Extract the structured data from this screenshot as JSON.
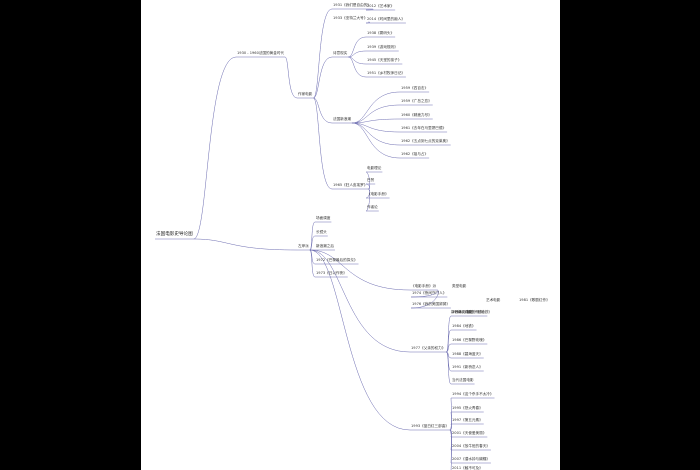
{
  "root": {
    "id": "root",
    "label": "法国电影史导论图"
  },
  "nodes": [
    {
      "id": "n1",
      "label": "1930 - 1960法国的黄金时代"
    },
    {
      "id": "n2",
      "label": "作家电影"
    },
    {
      "id": "n3",
      "label": "1931《我们是自由的》"
    },
    {
      "id": "n4",
      "label": "1933《亚特兰大号》"
    },
    {
      "id": "n5",
      "label": "诗意现实"
    },
    {
      "id": "n6",
      "label": "1938《雾码头》"
    },
    {
      "id": "n7",
      "label": "1939《游戏规则》"
    },
    {
      "id": "n8",
      "label": "1945《天堂的孩子》"
    },
    {
      "id": "n9",
      "label": "1951《乡村牧师日记》"
    },
    {
      "id": "n10",
      "label": "法国新浪潮"
    },
    {
      "id": "n11",
      "label": "1959《四百击》"
    },
    {
      "id": "n12",
      "label": "1959《广岛之恋》"
    },
    {
      "id": "n13",
      "label": "1960《精疲力尽》"
    },
    {
      "id": "n14",
      "label": "1961《去年在马里昂巴德》"
    },
    {
      "id": "n15",
      "label": "1962《五点到七点的克莱奥》"
    },
    {
      "id": "n16",
      "label": "1962《祖与占》"
    },
    {
      "id": "n17",
      "label": "1965《狂人皮埃罗》"
    },
    {
      "id": "n18",
      "label": "电影理论"
    },
    {
      "id": "n19",
      "label": "巴赞"
    },
    {
      "id": "n20",
      "label": "《电影手册》"
    },
    {
      "id": "n21",
      "label": "作者论"
    },
    {
      "id": "n22",
      "label": "左岸派"
    },
    {
      "id": "n23",
      "label": "场面调度"
    },
    {
      "id": "n24",
      "label": "长镜头"
    },
    {
      "id": "n25",
      "label": "新浪潮之后"
    },
    {
      "id": "n26",
      "label": "1972《巴黎最后的探戈》"
    },
    {
      "id": "n27",
      "label": "1973《日以作夜》"
    },
    {
      "id": "n28",
      "label": "1974《夜间守门人》"
    },
    {
      "id": "n29",
      "label": "1976《我的美国舅舅》"
    },
    {
      "id": "n30",
      "label": "1977《父亲的权力》"
    },
    {
      "id": "n31",
      "label": "1980《最后一班地铁》"
    },
    {
      "id": "n32",
      "label": "新巴洛克电影"
    },
    {
      "id": "n33",
      "label": "1981《歌剧红伶》"
    },
    {
      "id": "n34",
      "label": "1983《月亮的阴沟》"
    },
    {
      "id": "n35",
      "label": "1984《地铁》"
    },
    {
      "id": "n36",
      "label": "1986《巴黎野玫瑰》"
    },
    {
      "id": "n37",
      "label": "1988《碧海蓝天》"
    },
    {
      "id": "n38",
      "label": "1991《新桥恋人》"
    },
    {
      "id": "n39",
      "label": "当代法国电影"
    },
    {
      "id": "n40",
      "label": "1993《蓝白红三部曲》"
    },
    {
      "id": "n41",
      "label": "1994《这个杀手不太冷》"
    },
    {
      "id": "n42",
      "label": "1995《怒火青春》"
    },
    {
      "id": "n43",
      "label": "1997《第五元素》"
    },
    {
      "id": "n44",
      "label": "2001《天使爱美丽》"
    },
    {
      "id": "n45",
      "label": "2004《放牛班的春天》"
    },
    {
      "id": "n46",
      "label": "2007《潜水钟与蝴蝶》"
    },
    {
      "id": "n47",
      "label": "2011《触不可及》"
    },
    {
      "id": "n48",
      "label": "2012《艺术家》"
    },
    {
      "id": "n49",
      "label": "2014《时间里的痴人》"
    },
    {
      "id": "n50",
      "label": "艺术电影"
    },
    {
      "id": "n51",
      "label": "类型电影"
    },
    {
      "id": "n52",
      "label": "《电影手册》派"
    }
  ],
  "colors": {
    "edge": "#6b6bb0",
    "text": "#333333",
    "page": "#ffffff",
    "backdrop": "#000000"
  }
}
